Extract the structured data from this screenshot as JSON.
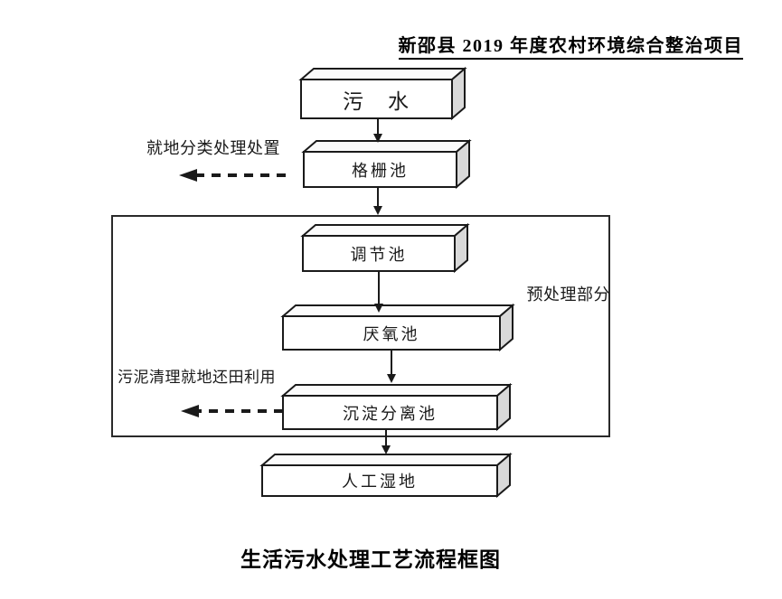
{
  "document": {
    "header_title": "新邵县 2019 年度农村环境综合整治项目",
    "caption": "生活污水处理工艺流程框图"
  },
  "flowchart": {
    "nodes": [
      {
        "id": "sewage",
        "label": "污　水"
      },
      {
        "id": "grid-pool",
        "label": "格栅池"
      },
      {
        "id": "regulating-pool",
        "label": "调节池"
      },
      {
        "id": "anaerobic-pool",
        "label": "厌氧池"
      },
      {
        "id": "sedimentation-separation-pool",
        "label": "沉淀分离池"
      },
      {
        "id": "constructed-wetland",
        "label": "人工湿地"
      }
    ],
    "group_label": "预处理部分",
    "branch_annotations": [
      {
        "label": "就地分类处理处置"
      },
      {
        "label": "污泥清理就地还田利用"
      }
    ]
  },
  "colors": {
    "ink": "#1a1a1a",
    "box_face": "#ffffff",
    "box_top_shade": "#fbfbfb",
    "box_side_shade": "#d9d9d9",
    "background": "#ffffff"
  }
}
